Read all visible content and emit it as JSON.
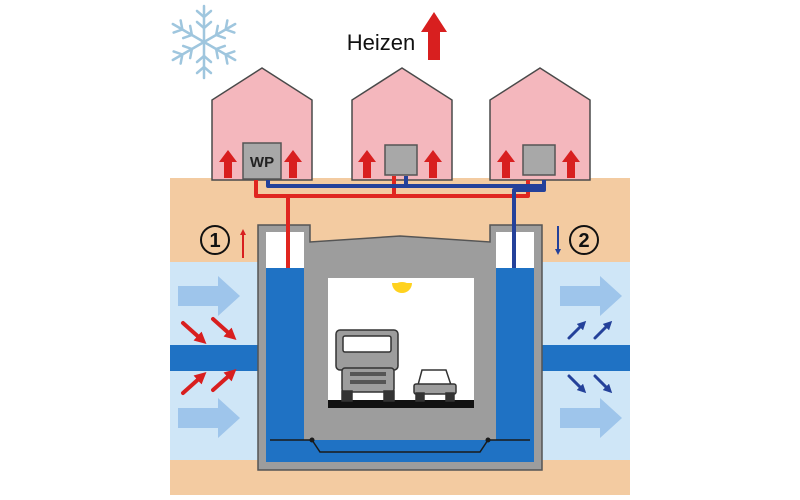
{
  "title": "Heizen",
  "heatpump_label": "WP",
  "markers": [
    {
      "number": "1"
    },
    {
      "number": "2"
    }
  ],
  "colors": {
    "soil": "#f3cba1",
    "groundwater": "#cfe6f7",
    "house": "#f4b7bd",
    "house_outline": "#4a4a4a",
    "concrete": "#9d9d9d",
    "water": "#1f72c4",
    "hot_pipe": "#e0261f",
    "cold_pipe": "#24419a",
    "heat_arrow": "#d81f1f",
    "flow_arrow": "#9ec5eb",
    "snowflake": "#9fc6de",
    "lamp": "#ffd21f"
  },
  "icons": [
    "snowflake-icon",
    "up-arrow-icon",
    "lamp-icon",
    "truck-icon",
    "car-icon"
  ]
}
